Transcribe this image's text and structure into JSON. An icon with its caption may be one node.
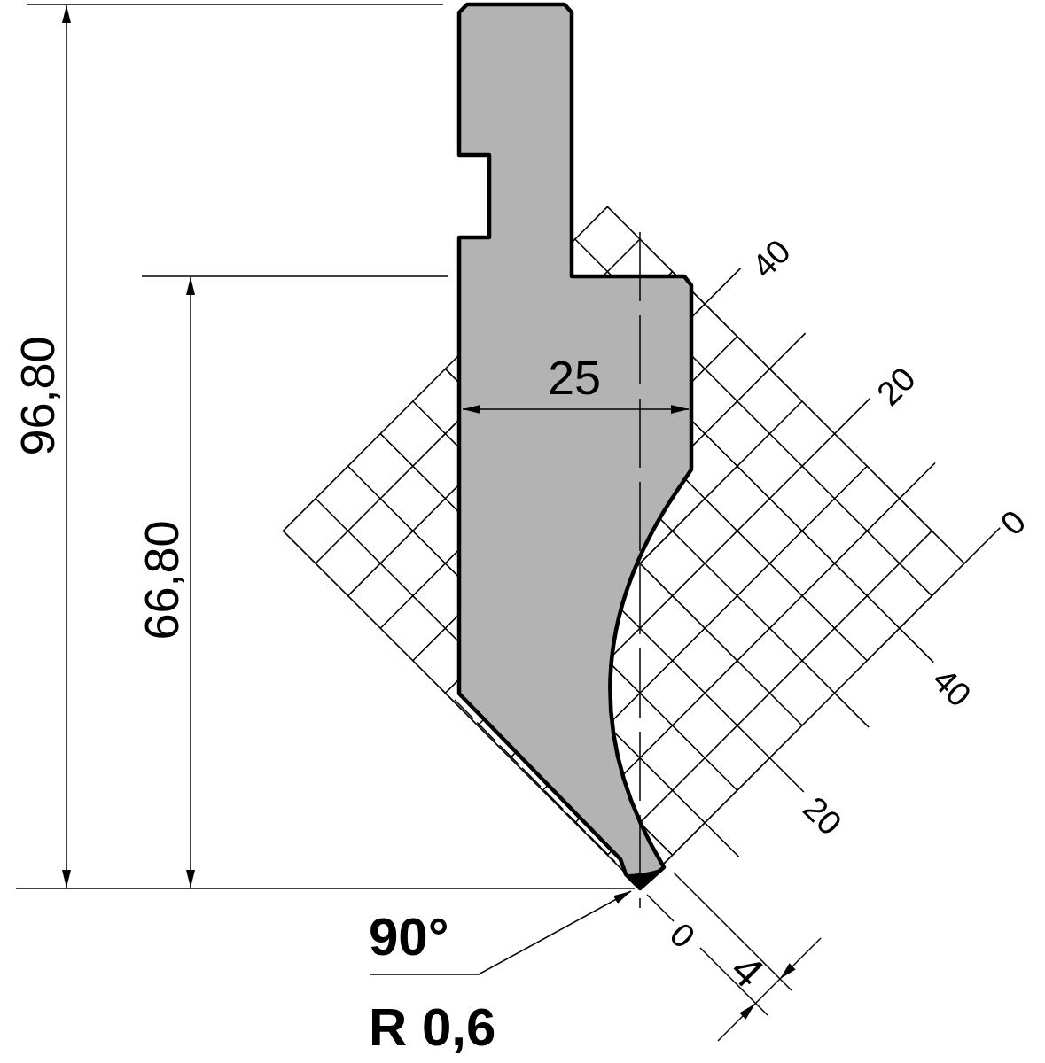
{
  "diagram": {
    "nodes": [
      {
        "text": [
          "90°",
          "R 0,6"
        ]
      },
      {
        "text": [],
        "shape": "picture"
      }
    ],
    "edges": [
      {
        "from": 0,
        "to": 1,
        "arrow": "to"
      }
    ],
    "labels": [
      "96,80",
      "66,80",
      "25",
      "40",
      "20",
      "0",
      "40",
      "20",
      "0",
      "4"
    ]
  }
}
